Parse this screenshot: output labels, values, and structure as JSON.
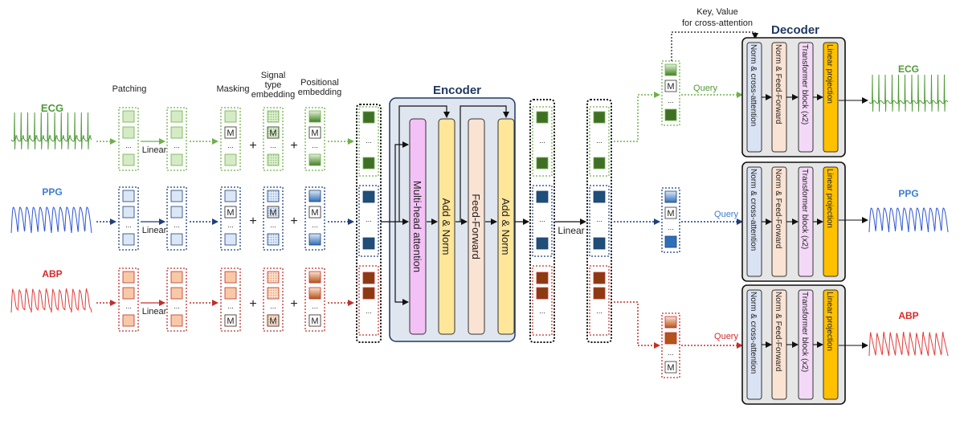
{
  "signals": {
    "ecg": {
      "label": "ECG",
      "color": "#4e9a37"
    },
    "ppg": {
      "label": "PPG",
      "color": "#3b7dd8"
    },
    "abp": {
      "label": "ABP",
      "color": "#d9282a"
    }
  },
  "colors": {
    "green_dark": "#3f6f25",
    "green_light": "#cfe6bd",
    "green_dots": "#6fb04a",
    "blue_dark": "#1f4e79",
    "blue_light": "#d9e6f5",
    "blue_dots": "#1f3f78",
    "red_dark": "#8b3a12",
    "red_light": "#f6c9a8",
    "red_dots": "#c0302a",
    "encoder_bg": "#dfe6ef",
    "decoder_bg": "#e6e6e6",
    "mha": "#f3c1f5",
    "addnorm": "#ffe699",
    "ff": "#fbe3d4",
    "cross": "#dae3f3",
    "tblock": "#f3d9f7",
    "linproj": "#ffc000"
  },
  "labels": {
    "patching": "Patching",
    "masking": "Masking",
    "signal_type_embedding": "Signal type embedding",
    "positional_embedding": "Positional embedding",
    "linear": "Linear",
    "plus": "+",
    "mask_token": "M",
    "ellipsis": "...",
    "encoder": "Encoder",
    "decoder": "Decoder",
    "multi_head_attention": "Multi-head attention",
    "add_norm": "Add & Norm",
    "feed_forward": "Feed-Forward",
    "key_value": "Key, Value",
    "for_cross_attention": "for cross-attention",
    "query": "Query",
    "norm_cross_attention": "Norm & cross-attention",
    "norm_feed_forward": "Norm & Feed-Forward",
    "transformer_block": "Transformer block (x2)",
    "linear_projection": "Linear projection"
  }
}
